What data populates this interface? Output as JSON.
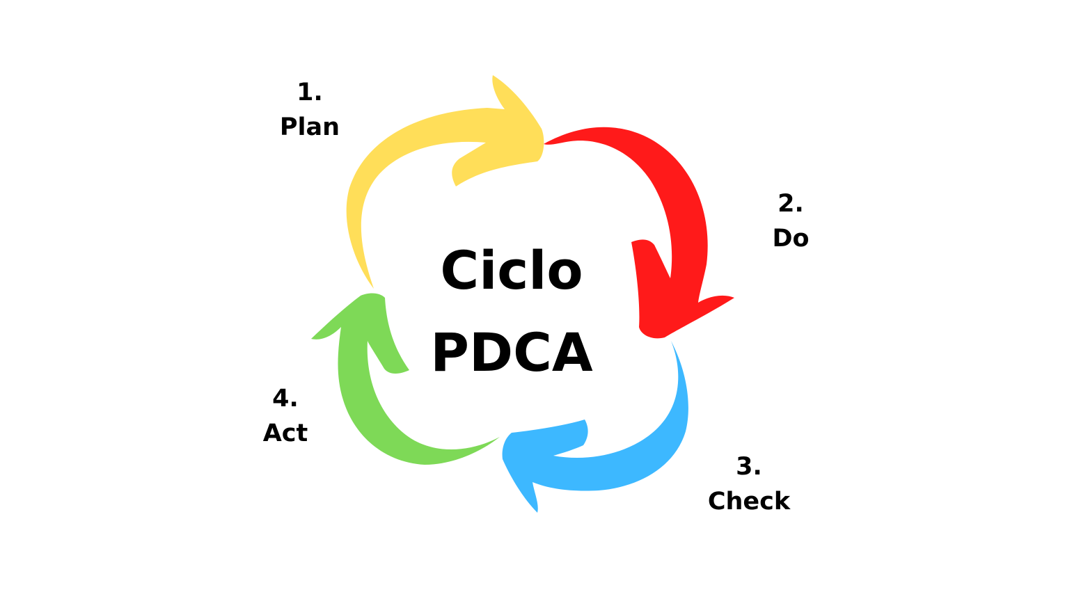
{
  "title": {
    "line1": "Ciclo",
    "line2": "PDCA"
  },
  "steps": [
    {
      "number": "1.",
      "label": "Plan",
      "color": "#FFDE59"
    },
    {
      "number": "2.",
      "label": "Do",
      "color": "#FF1A1A"
    },
    {
      "number": "3.",
      "label": "Check",
      "color": "#3DB8FF"
    },
    {
      "number": "4.",
      "label": "Act",
      "color": "#7ED957"
    }
  ],
  "background": "#FFFFFF"
}
